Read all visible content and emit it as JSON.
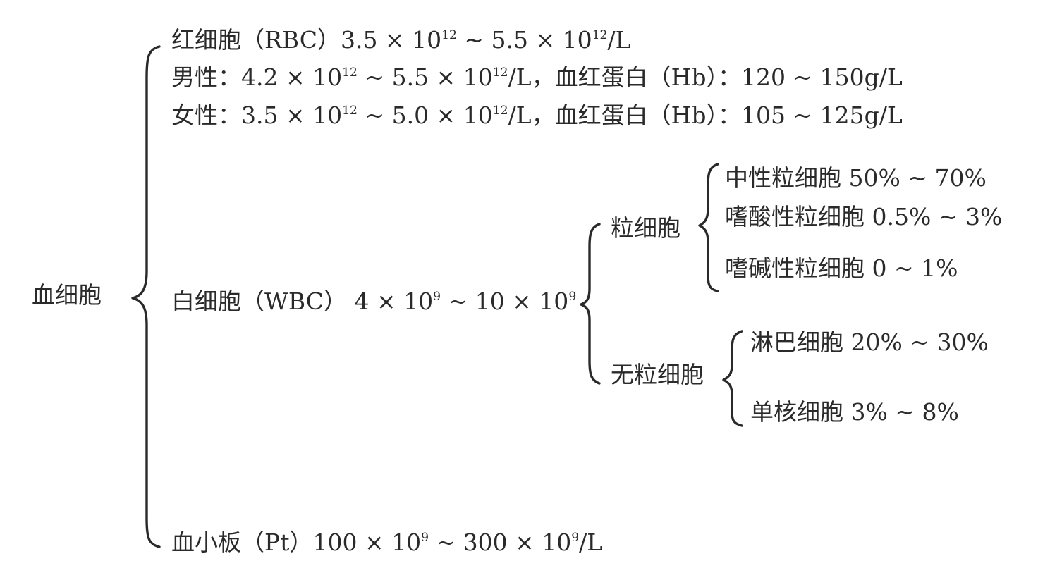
{
  "root": {
    "label": "血细胞"
  },
  "rbc": {
    "label": "红细胞（RBC）3.5 × 10",
    "exp1": "12",
    "mid": " ~ 5.5 × 10",
    "exp2": "12",
    "unit": "/L",
    "male": {
      "prefix": "男性：4.2 × 10",
      "exp1": "12",
      "mid": " ~ 5.5 × 10",
      "exp2": "12",
      "suffix": "/L，血红蛋白（Hb）：120 ~ 150g/L"
    },
    "female": {
      "prefix": "女性：3.5 × 10",
      "exp1": "12",
      "mid": " ~ 5.0 × 10",
      "exp2": "12",
      "suffix": "/L，血红蛋白（Hb）：105 ~ 125g/L"
    }
  },
  "wbc": {
    "label": "白细胞（WBC） 4  × 10",
    "exp1": "9",
    "mid": " ~ 10 × 10",
    "exp2": "9",
    "granulocyte": {
      "label": "粒细胞",
      "items": [
        "中性粒细胞 50% ~ 70%",
        "嗜酸性粒细胞 0.5% ~ 3%",
        "嗜碱性粒细胞 0 ~ 1%"
      ]
    },
    "agranulocyte": {
      "label": "无粒细胞",
      "items": [
        "淋巴细胞 20% ~ 30%",
        "单核细胞 3% ~ 8%"
      ]
    }
  },
  "platelet": {
    "label": "血小板（Pt）100 × 10",
    "exp1": "9",
    "mid": " ~ 300 × 10",
    "exp2": "9",
    "unit": "/L"
  }
}
